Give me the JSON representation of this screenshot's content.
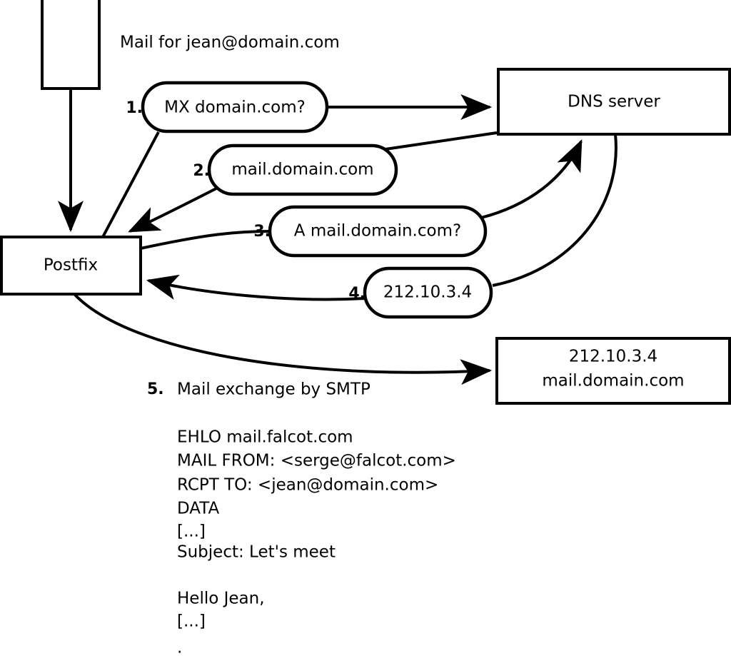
{
  "diagram": {
    "title_note": "Mail for jean@domain.com",
    "nodes": [
      {
        "id": "sender",
        "label": ""
      },
      {
        "id": "postfix",
        "label": "Postfix"
      },
      {
        "id": "dns",
        "label": "DNS server"
      },
      {
        "id": "target",
        "line1": "212.10.3.4",
        "line2": "mail.domain.com"
      }
    ],
    "steps": [
      {
        "num": "1.",
        "label": "MX domain.com?"
      },
      {
        "num": "2.",
        "label": "mail.domain.com"
      },
      {
        "num": "3.",
        "label": "A mail.domain.com?"
      },
      {
        "num": "4.",
        "label": "212.10.3.4"
      }
    ],
    "step5": {
      "num": "5.",
      "label": "Mail exchange by SMTP"
    },
    "transcript": [
      "EHLO mail.falcot.com",
      "MAIL FROM: <serge@falcot.com>",
      "RCPT TO: <jean@domain.com>",
      "DATA",
      "[...]",
      "Subject: Let's meet",
      "",
      "Hello Jean,",
      "[...]",
      "",
      "."
    ],
    "colors": {
      "stroke": "#000000",
      "fill": "#ffffff"
    }
  }
}
